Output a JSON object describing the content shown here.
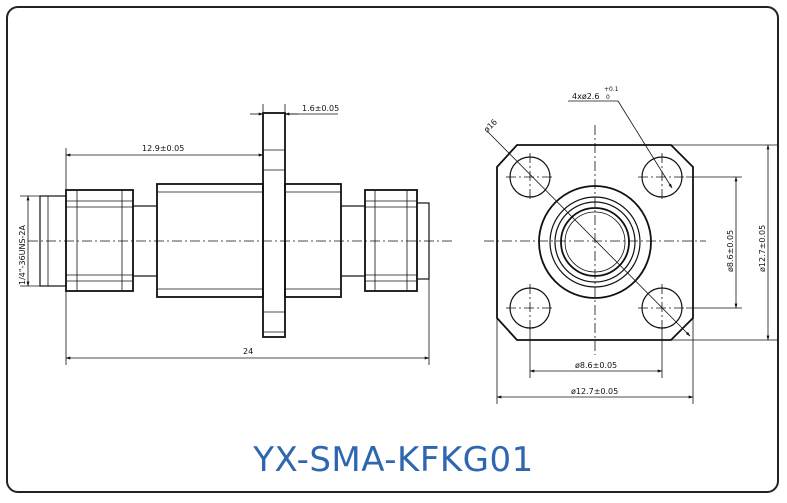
{
  "title": "YX-SMA-KFKG01",
  "dimensions": {
    "flange_thickness": "1.6±0.05",
    "body_length": "12.9±0.05",
    "thread": "1/4\"-36UNS-2A",
    "total_length": "24",
    "hole_spec": "4xø2.6",
    "hole_tol_upper": "+0.1",
    "hole_tol_lower": "0",
    "bore": "ø16",
    "hole_pitch_v": "ø8.6±0.05",
    "flange_height": "ø12.7±0.05",
    "hole_pitch_h": "ø8.6±0.05",
    "flange_width": "ø12.7±0.05"
  }
}
